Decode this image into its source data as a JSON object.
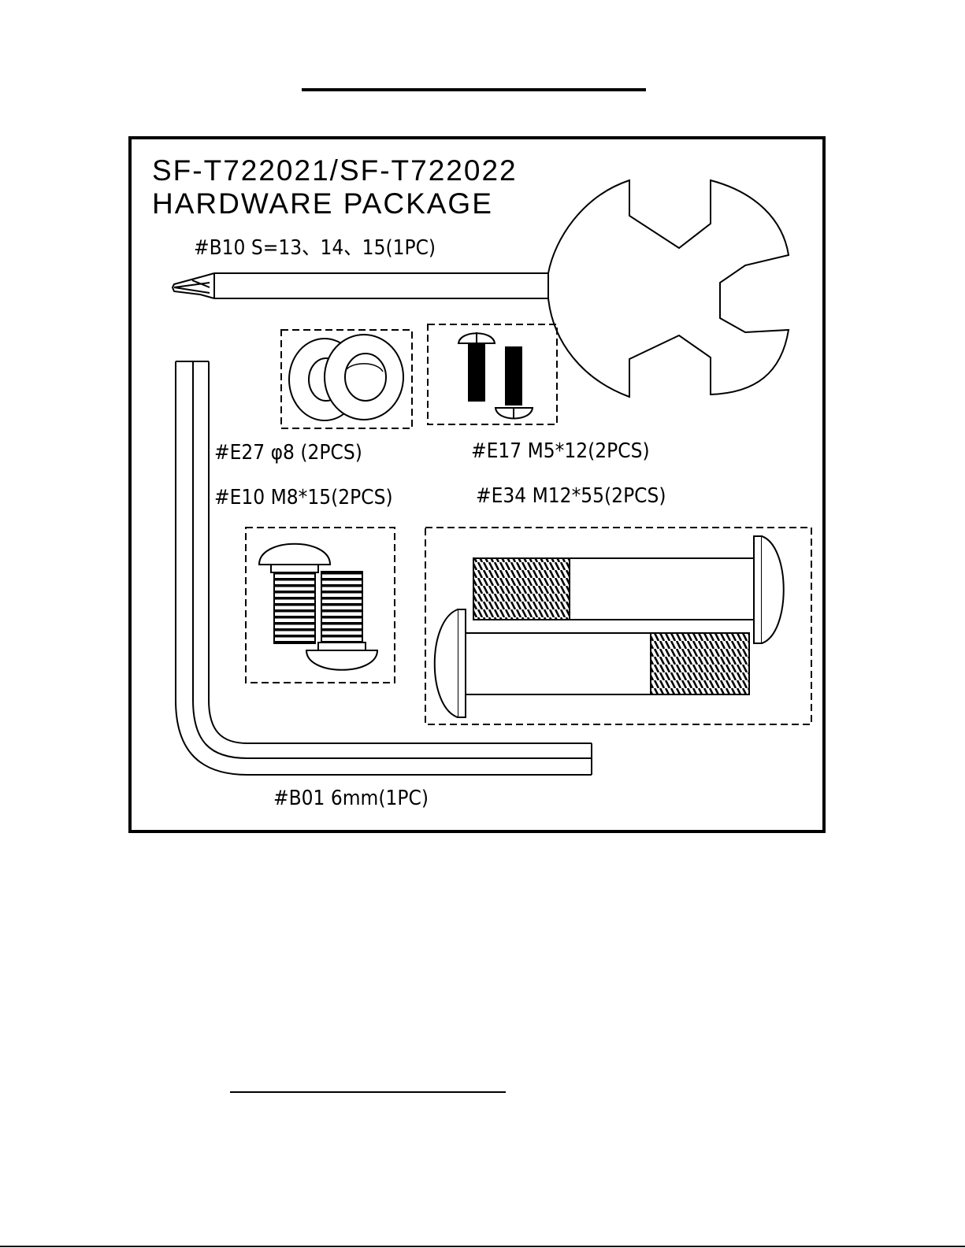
{
  "package": {
    "model_line": "SF-T722021/SF-T722022",
    "title_line": "HARDWARE PACKAGE"
  },
  "parts": {
    "b10": {
      "label": "#B10  S=13、14、15(1PC)"
    },
    "e27": {
      "label": "#E27  φ8  (2PCS)"
    },
    "e17": {
      "label": "#E17  M5*12(2PCS)"
    },
    "e10": {
      "label": "#E10  M8*15(2PCS)"
    },
    "e34": {
      "label": "#E34  M12*55(2PCS)"
    },
    "b01": {
      "label": "#B01   6mm(1PC)"
    }
  },
  "icons": [
    "wrench-icon",
    "washer-icon",
    "screw-icon",
    "bolt-icon",
    "hex-key-icon"
  ]
}
